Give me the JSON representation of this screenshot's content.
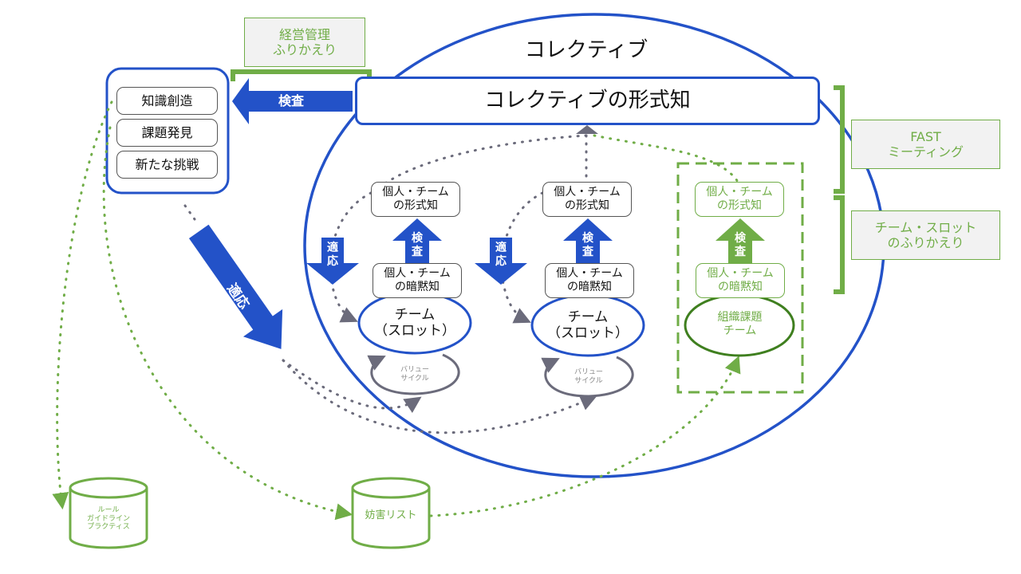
{
  "colors": {
    "blue": "#2352c8",
    "green": "#70ad47",
    "dark_green": "#3f7f1f",
    "gray": "#6b6b7b",
    "note_bg": "#f2f2f2"
  },
  "collective": {
    "title": "コレクティブ",
    "formal_knowledge": "コレクティブの形式知"
  },
  "management_review": "経営管理\nふりかえり",
  "outcomes": {
    "items": [
      "知識創造",
      "課題発見",
      "新たな挑戦"
    ]
  },
  "arrows": {
    "inspect": "検査",
    "inspect_vertical": "検\n査",
    "adapt": "適応",
    "adapt_vertical": "適\n応"
  },
  "teams": [
    {
      "explicit": "個人・チーム\nの形式知",
      "tacit": "個人・チーム\nの暗黙知",
      "team": "チーム\n（スロット）",
      "cycle": "バリュー\nサイクル"
    },
    {
      "explicit": "個人・チーム\nの形式知",
      "tacit": "個人・チーム\nの暗黙知",
      "team": "チーム\n（スロット）",
      "cycle": "バリュー\nサイクル"
    }
  ],
  "org_team": {
    "explicit": "個人・チーム\nの形式知",
    "tacit": "個人・チーム\nの暗黙知",
    "team": "組織課題\nチーム"
  },
  "side_notes": {
    "fast": "FAST\nミーティング",
    "retro": "チーム・スロット\nのふりかえり"
  },
  "stores": {
    "rules": "ルール\nガイドライン\nプラクティス",
    "impediments": "妨害リスト"
  }
}
